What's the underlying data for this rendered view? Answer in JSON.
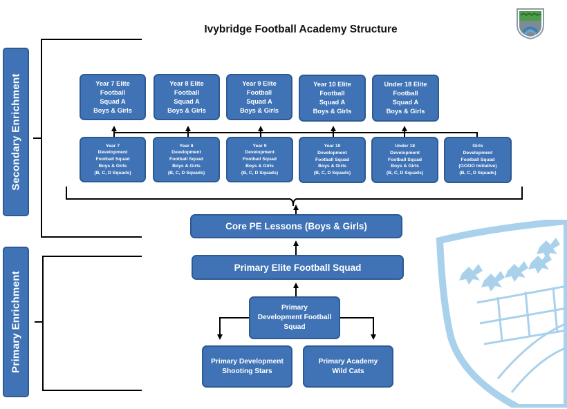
{
  "title": "Ivybridge Football Academy Structure",
  "sections": {
    "secondary": "Secondary Enrichment",
    "primary": "Primary Enrichment"
  },
  "elite_squads": [
    "Year 7 Elite\nFootball\nSquad A\nBoys & Girls",
    "Year 8 Elite\nFootball\nSquad A\nBoys & Girls",
    "Year 9 Elite\nFootball\nSquad A\nBoys & Girls",
    "Year 10 Elite\nFootball\nSquad A\nBoys & Girls",
    "Under 18 Elite\nFootball\nSquad A\nBoys & Girls"
  ],
  "development_squads": [
    "Year 7\nDevelopment\nFootball Squad\nBoys & Girls\n(B, C, D Squads)",
    "Year 8\nDevelopment\nFootball Squad\nBoys & Girls\n(B, C, D Squads)",
    "Year 9\nDevelopment\nFootball Squad\nBoys & Girls\n(B, C, D Squads)",
    "Year 10\nDevelopment\nFootball Squad\nBoys & Girls\n(B, C, D Squads)",
    "Under 18\nDevelopment\nFootball Squad\nBoys & Girls\n(B, C, D Squads)",
    "Girls\nDevelopment\nFootball Squad\n(GOOO Initiative)\n(B, C, D Squads)"
  ],
  "core_pe": "Core PE Lessons (Boys & Girls)",
  "primary_elite": "Primary Elite Football Squad",
  "primary_development": "Primary\nDevelopment Football\nSquad",
  "shooting_stars": "Primary Development\nShooting Stars",
  "wild_cats": "Primary Academy\nWild Cats",
  "colors": {
    "box_fill": "#3f73b6",
    "box_border": "#2d5a93",
    "watermark": "#a9d1ec"
  },
  "icons": [
    "school-crest-icon",
    "crest-watermark-icon"
  ]
}
